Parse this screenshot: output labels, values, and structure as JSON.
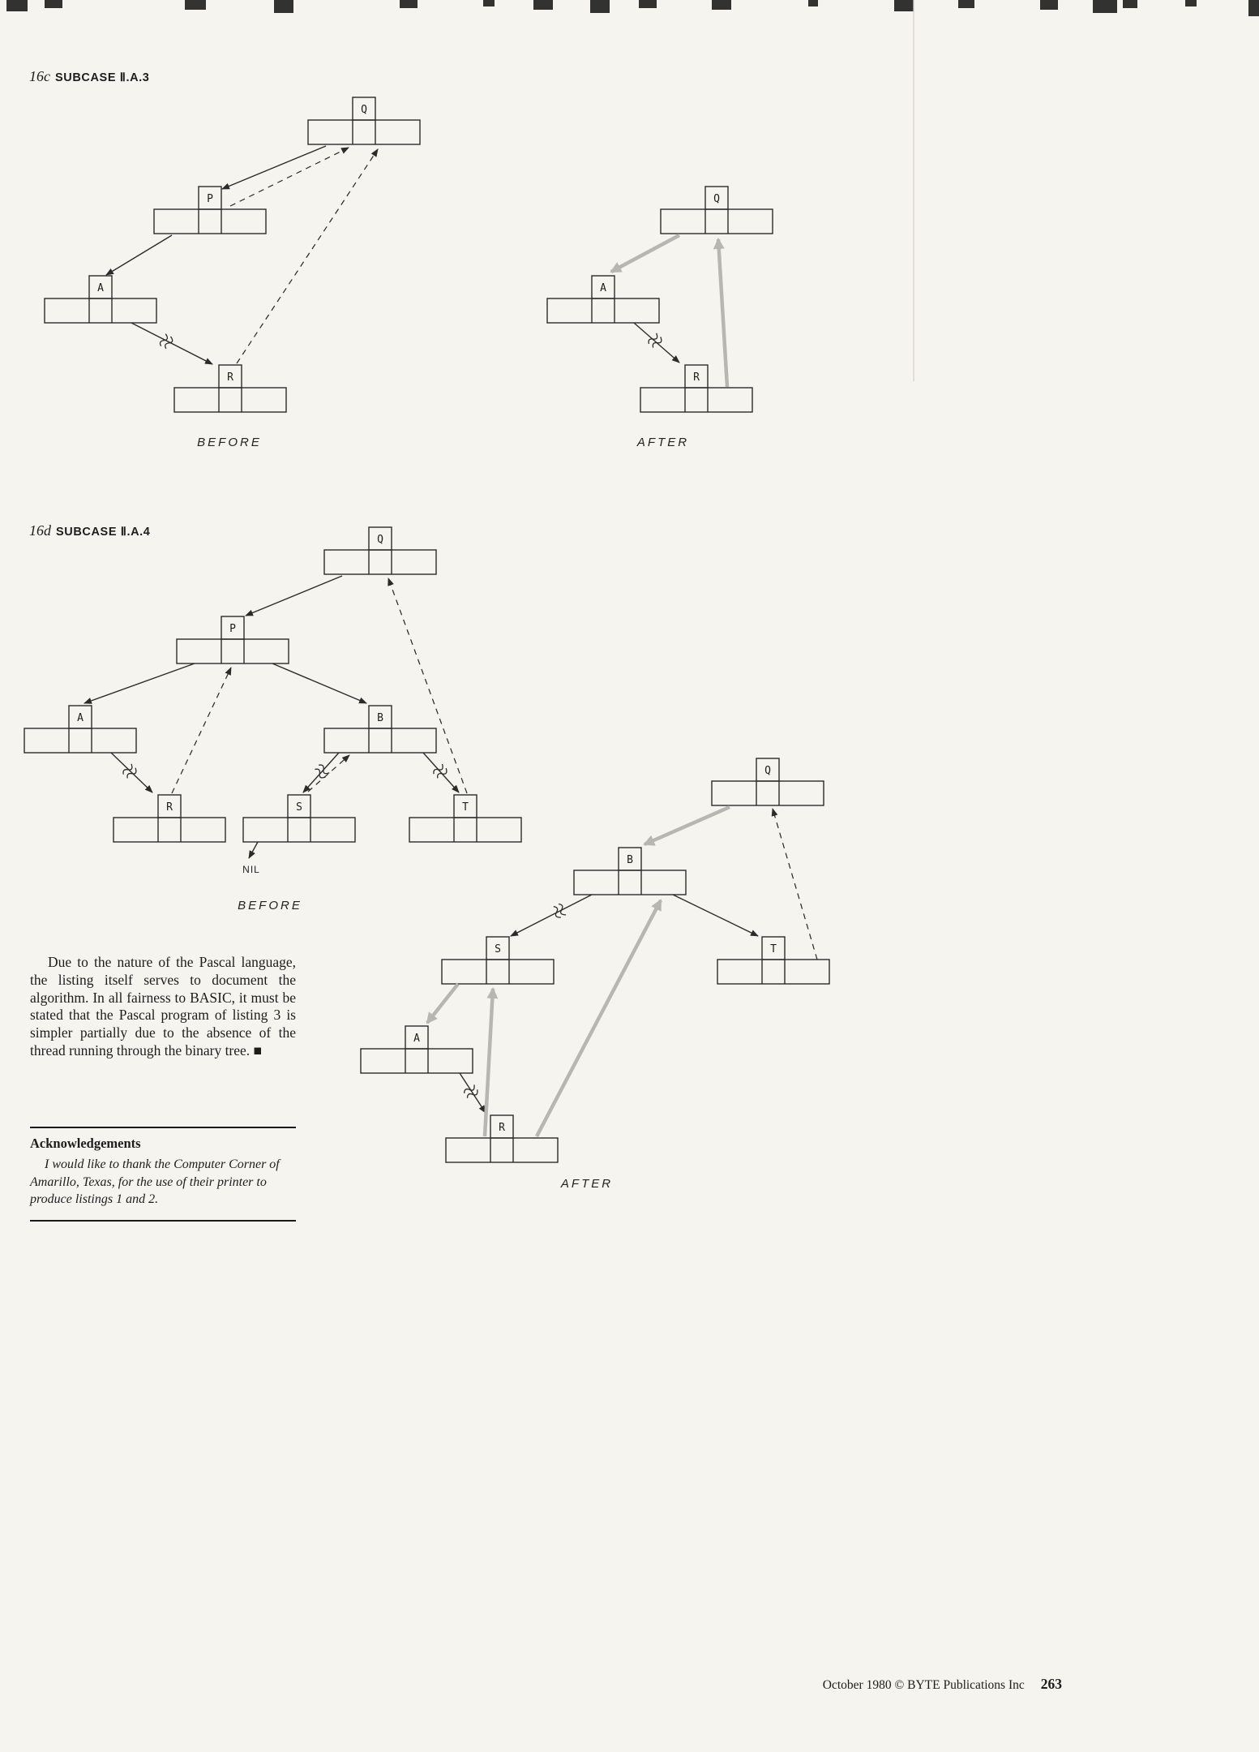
{
  "figures": {
    "fig16c": {
      "number": "16c",
      "title": "SUBCASE Ⅱ.A.3",
      "before": {
        "caption": "BEFORE",
        "nodes": [
          {
            "label": "Q"
          },
          {
            "label": "P"
          },
          {
            "label": "A"
          },
          {
            "label": "R"
          }
        ]
      },
      "after": {
        "caption": "AFTER",
        "nodes": [
          {
            "label": "Q"
          },
          {
            "label": "A"
          },
          {
            "label": "R"
          }
        ]
      }
    },
    "fig16d": {
      "number": "16d",
      "title": "SUBCASE Ⅱ.A.4",
      "before": {
        "caption": "BEFORE",
        "nil_label": "NIL",
        "nodes": [
          {
            "label": "Q"
          },
          {
            "label": "P"
          },
          {
            "label": "A"
          },
          {
            "label": "B"
          },
          {
            "label": "R"
          },
          {
            "label": "S"
          },
          {
            "label": "T"
          }
        ]
      },
      "after": {
        "caption": "AFTER",
        "nodes": [
          {
            "label": "Q"
          },
          {
            "label": "B"
          },
          {
            "label": "S"
          },
          {
            "label": "T"
          },
          {
            "label": "A"
          },
          {
            "label": "R"
          }
        ]
      }
    }
  },
  "body": {
    "paragraph": "Due to the nature of the Pascal language, the listing itself serves to document the algorithm. In all fairness to BASIC, it must be stated that the Pascal program of listing 3 is simpler partially due to the absence of the thread running through the binary tree. ■"
  },
  "acknowledgements": {
    "heading": "Acknowledgements",
    "text": "I would like to thank the Computer Corner of Amarillo, Texas, for the use of their printer to produce listings 1 and 2."
  },
  "footer": {
    "credit": "October 1980 © BYTE Publications Inc",
    "page_number": "263"
  }
}
